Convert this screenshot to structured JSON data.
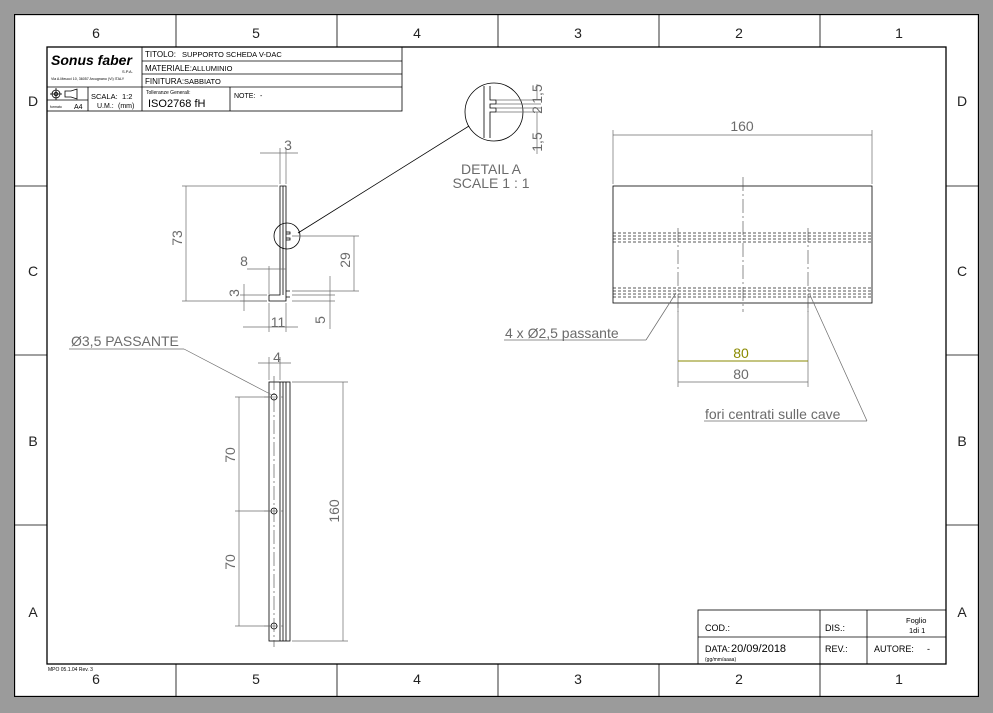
{
  "zones": {
    "columns": [
      "6",
      "5",
      "4",
      "3",
      "2",
      "1"
    ],
    "rows": [
      "D",
      "C",
      "B",
      "A"
    ]
  },
  "title_block": {
    "company": "Sonus faber",
    "company_suffix": "S.P.A.",
    "company_address": "Via A.Meucci 10, 36057 Arcugnano (VI) ITALY",
    "titolo_label": "TITOLO:",
    "titolo_value": "SUPPORTO SCHEDA V-DAC",
    "materiale_label": "MATERIALE:",
    "materiale_value": "ALLUMINIO",
    "finitura_label": "FINITURA:",
    "finitura_value": "SABBIATO",
    "scala_label": "SCALA:",
    "scala_value": "1:2",
    "um_label": "U.M.:",
    "um_value": "(mm)",
    "format_label": "formato",
    "format_value": "A4",
    "tolleranze_label": "Tolleranze Generali:",
    "tolleranze_value": "ISO2768 fH",
    "note_label": "NOTE:",
    "note_value": "-"
  },
  "bottom_block": {
    "cod_label": "COD.:",
    "dis_label": "DIS.:",
    "foglio_label": "Foglio",
    "foglio_value": "1di 1",
    "data_label": "DATA:",
    "data_value": "20/09/2018",
    "data_format": "(gg/mm/aaaa)",
    "rev_label": "REV.:",
    "autore_label": "AUTORE:",
    "autore_value": "-"
  },
  "form_code": "MPO 05.1.04 Rev. 3",
  "detail": {
    "title": "DETAIL A",
    "scale": "SCALE 1 : 1",
    "dim_top": "1,5",
    "dim_mid": "2",
    "dim_bot": "1,5"
  },
  "side_view": {
    "dim_thickness": "3",
    "dim_height": "73",
    "dim_8": "8",
    "dim_29": "29",
    "dim_3": "3",
    "dim_11": "11",
    "dim_5": "5"
  },
  "front_view": {
    "hole_note": "Ø3,5 PASSANTE",
    "dim_width": "4",
    "dim_70a": "70",
    "dim_70b": "70",
    "dim_160": "160"
  },
  "top_view": {
    "dim_160": "160",
    "holes_note": "4 x Ø2,5 passante",
    "dim_80a": "80",
    "dim_80b": "80",
    "groove_note": "fori centrati sulle cave"
  },
  "colors": {
    "background": "#9b9b9b",
    "sheet": "#ffffff",
    "dimension": "#6b6b6b",
    "highlight_dimension": "#8a8a00"
  }
}
